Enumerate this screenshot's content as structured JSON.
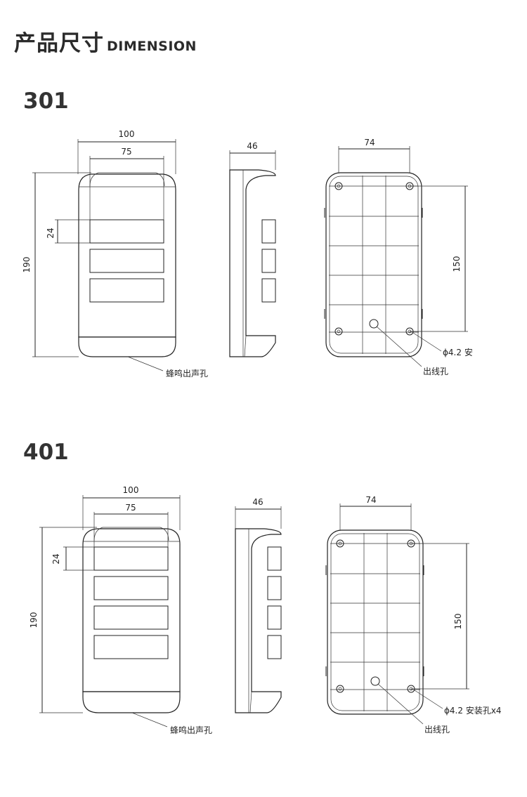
{
  "header": {
    "title_zh": "产品尺寸",
    "title_en": "DIMENSION"
  },
  "models": [
    {
      "name": "301",
      "front": {
        "width": "100",
        "inner_width": "75",
        "height": "190",
        "button_height": "24",
        "buzzer_label": "蜂鸣出声孔"
      },
      "side": {
        "depth": "46"
      },
      "back": {
        "hole_spacing_x": "74",
        "hole_spacing_y": "150",
        "hole_label": "ϕ4.2 安",
        "wire_label": "出线孔"
      }
    },
    {
      "name": "401",
      "front": {
        "width": "100",
        "inner_width": "75",
        "height": "190",
        "button_height": "24",
        "buzzer_label": "蜂鸣出声孔"
      },
      "side": {
        "depth": "46"
      },
      "back": {
        "hole_spacing_x": "74",
        "hole_spacing_y": "150",
        "hole_label": "ϕ4.2 安装孔x4",
        "wire_label": "出线孔"
      }
    }
  ]
}
